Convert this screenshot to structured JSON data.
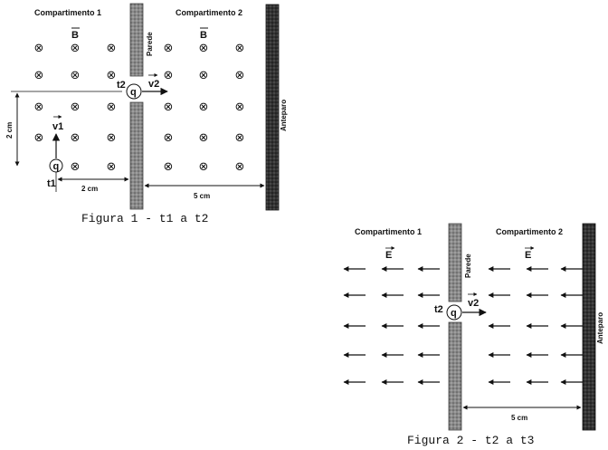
{
  "figure1": {
    "compartment_left": "Compartimento 1",
    "compartment_right": "Compartimento 2",
    "field_label": "B",
    "wall_label": "Parede",
    "screen_label": "Anteparo",
    "charge_label": "q",
    "time_start": "t1",
    "time_end": "t2",
    "velocity_start": "v1",
    "velocity_end": "v2",
    "dim_vertical": "2 cm",
    "dim_horizontal": "2 cm",
    "dim_screen": "5 cm",
    "caption": "Figura 1 - t1 a t2",
    "field_symbol": "⊗"
  },
  "figure2": {
    "compartment_left": "Compartimento 1",
    "compartment_right": "Compartimento 2",
    "field_label": "E",
    "wall_label": "Parede",
    "screen_label": "Anteparo",
    "charge_label": "q",
    "time_label": "t2",
    "velocity": "v2",
    "dim_screen": "5 cm",
    "caption": "Figura 2 - t2 a t3"
  }
}
